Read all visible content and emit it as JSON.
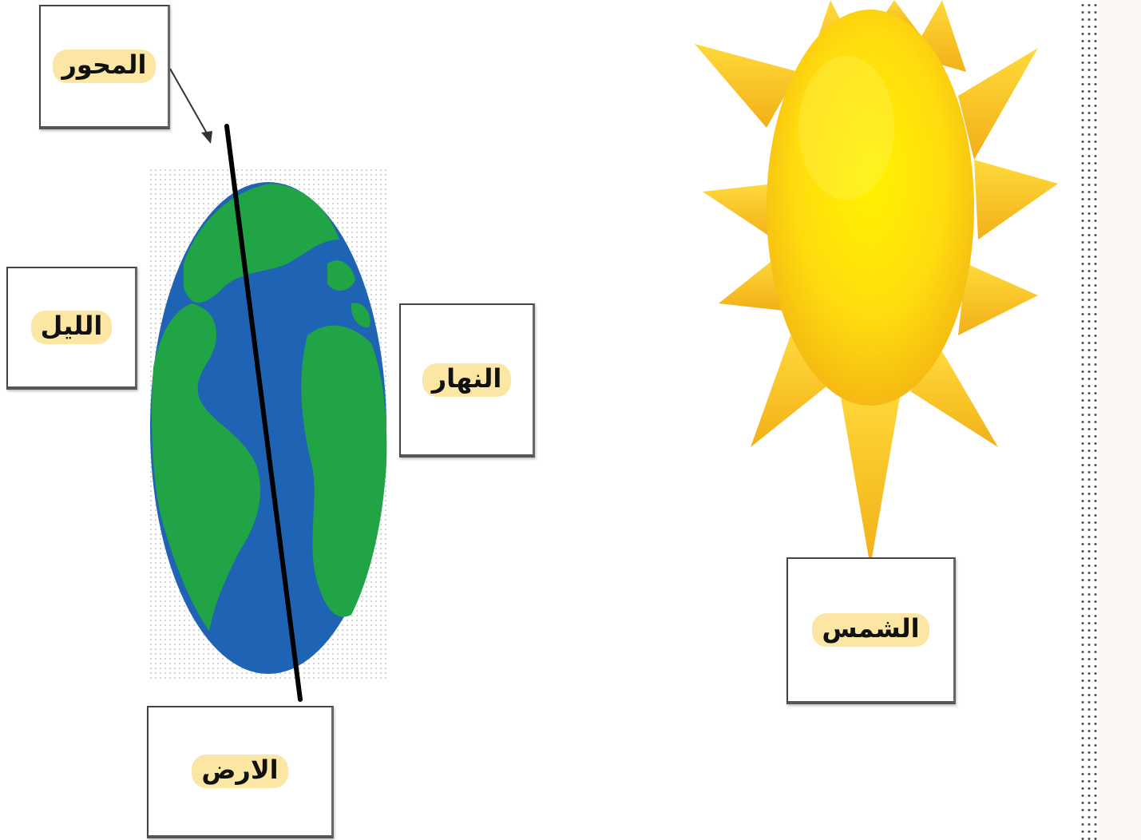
{
  "labels": {
    "axis": "المحور",
    "night": "الليل",
    "day": "النهار",
    "earth": "الارض",
    "sun": "الشمس"
  },
  "colors": {
    "ocean": "#1f63b4",
    "land": "#21a446",
    "sun_core": "#ffe10a",
    "sun_rays": "#f7c51e",
    "label_highlight": "#fbe7a3",
    "axis_line": "#000000"
  },
  "icons": {
    "earth": "earth-globe-icon",
    "sun": "sun-icon"
  }
}
